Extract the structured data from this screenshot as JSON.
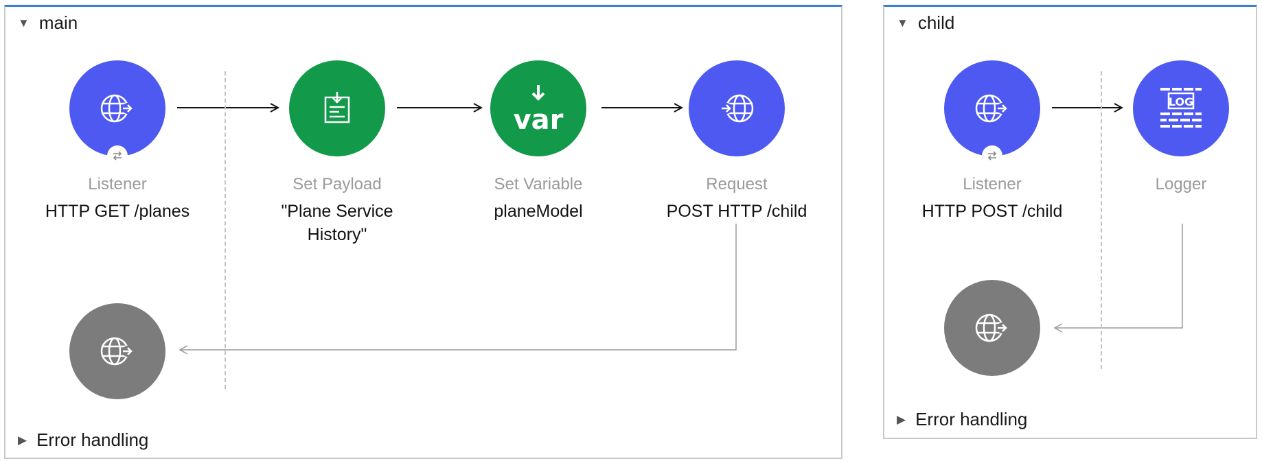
{
  "main_flow": {
    "title": "main",
    "error_handling": "Error handling",
    "nodes": [
      {
        "icon": "http-listener-icon",
        "type": "Listener",
        "name": "HTTP GET /planes"
      },
      {
        "icon": "set-payload-icon",
        "type": "Set Payload",
        "name": "\"Plane Service History\""
      },
      {
        "icon": "set-variable-icon",
        "type": "Set Variable",
        "name": "planeModel",
        "icon_text": "var"
      },
      {
        "icon": "http-request-icon",
        "type": "Request",
        "name": "POST HTTP /child"
      },
      {
        "icon": "http-response-icon"
      }
    ]
  },
  "child_flow": {
    "title": "child",
    "error_handling": "Error handling",
    "nodes": [
      {
        "icon": "http-listener-icon",
        "type": "Listener",
        "name": "HTTP POST /child"
      },
      {
        "icon": "logger-icon",
        "type": "Logger",
        "icon_text": "LOG"
      },
      {
        "icon": "http-response-icon"
      }
    ]
  },
  "colors": {
    "connector_node": "#4d59f0",
    "transformer_node": "#13994a",
    "response_node": "#7c7c7c",
    "panel_accent": "#3b7fd1"
  }
}
